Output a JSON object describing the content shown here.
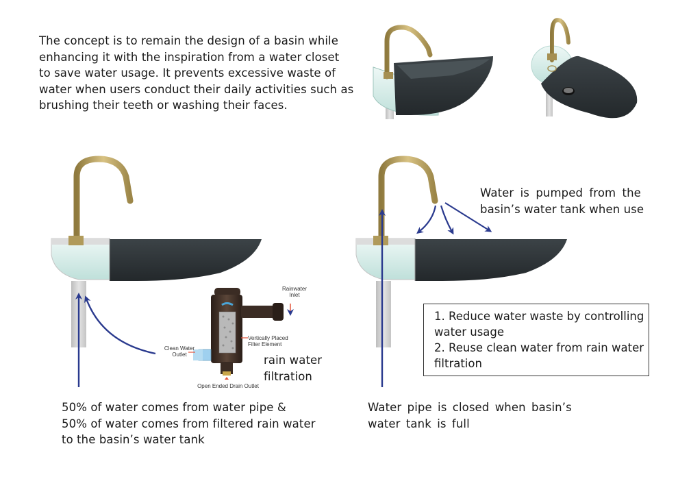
{
  "intro": {
    "lines": [
      "The concept is to remain the design of a basin while",
      "enhancing it with the inspiration from a water closet",
      "to save water usage. It prevents excessive waste of",
      "water when users conduct their daily activities such as",
      "brushing their teeth or washing their faces."
    ]
  },
  "left_diagram": {
    "caption_lines": [
      "50% of water comes from water pipe &",
      "50% of water comes from filtered rain water",
      "to the basin’s water tank"
    ],
    "filter_label_lines": [
      "rain water",
      "filtration"
    ],
    "filter_labels": {
      "rainwater_inlet": [
        "Rainwater",
        "Inlet"
      ],
      "filter_element": [
        "Vertically Placed",
        "Filter Element"
      ],
      "clean_outlet": [
        "Clean Water",
        "Outlet"
      ],
      "drain_outlet": [
        "Open Ended Drain Outlet"
      ]
    }
  },
  "right_diagram": {
    "pumped_lines": [
      "Water is pumped from the",
      "basin’s water tank when use"
    ],
    "closed_lines": [
      "Water pipe is closed when basin’s",
      "water tank is full"
    ],
    "benefits_lines": [
      "1. Reduce water waste by controlling",
      "water usage",
      "2. Reuse clean water from rain water",
      "filtration"
    ]
  },
  "colors": {
    "arrow": "#2a3a8e",
    "faucet_gold": "#b9a060",
    "basin_dark": "#2e3438",
    "tank_glass": "#d9efec",
    "pipe": "#d6d6d6"
  }
}
